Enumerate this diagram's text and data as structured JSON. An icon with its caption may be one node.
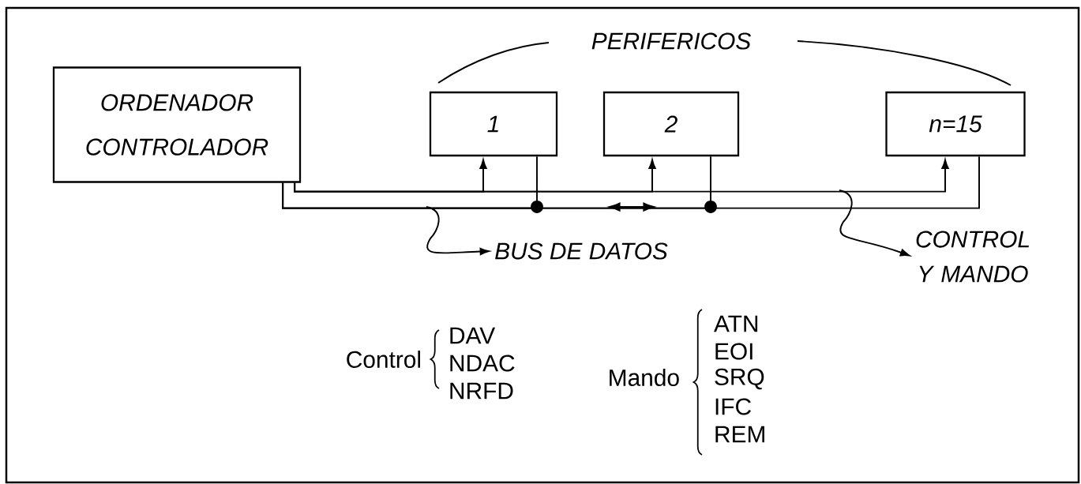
{
  "diagram": {
    "nodes": [
      {
        "text": [
          "ORDENADOR CONTROLADOR"
        ]
      },
      {
        "text": [
          "1"
        ]
      },
      {
        "text": [
          "2"
        ]
      },
      {
        "text": [
          "n=15"
        ]
      },
      {
        "text": [
          "BUS DE DATOS"
        ]
      },
      {
        "text": [
          "CONTROL Y MANDO"
        ]
      }
    ],
    "edges": [
      {
        "from": 0,
        "to": 1,
        "arrow": "to"
      },
      {
        "from": 0,
        "to": 2,
        "arrow": "to"
      },
      {
        "from": 0,
        "to": 3,
        "arrow": "to"
      },
      {
        "from": 0,
        "to": 1,
        "arrow": "none"
      },
      {
        "from": 0,
        "to": 2,
        "arrow": "none"
      },
      {
        "from": 0,
        "to": 3,
        "arrow": "none"
      },
      {
        "from": null,
        "to": 4,
        "arrow": "to"
      },
      {
        "from": null,
        "to": 5,
        "arrow": "to"
      }
    ],
    "labels": [
      "PERIFERICOS",
      "Control",
      "DAV",
      "NDAC",
      "NRFD",
      "Mando",
      "ATN",
      "EOI",
      "SRQ",
      "IFC",
      "REM"
    ]
  }
}
